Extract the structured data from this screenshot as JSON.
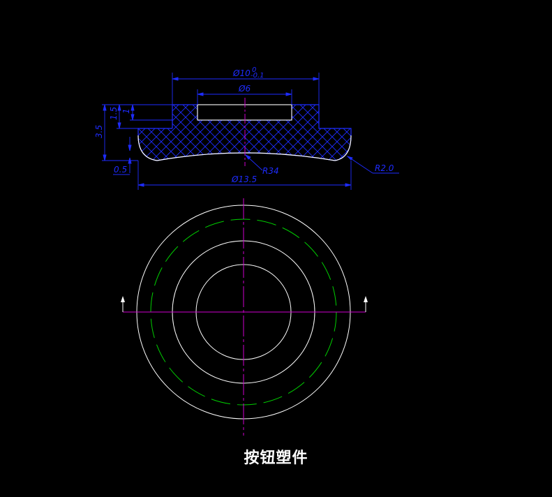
{
  "title": "按钮塑件",
  "dimensions": {
    "top_diameter": "Ø10",
    "top_tolerance_upper": "0",
    "top_tolerance_lower": "-0.1",
    "recess_diameter": "Ø6",
    "overall_diameter": "Ø13.5",
    "height_total": "3.5",
    "height_boss": "1.5",
    "height_recess": "1",
    "edge_thickness": "0.5",
    "bottom_radius": "R34",
    "corner_radius": "R2.0"
  },
  "colors": {
    "background": "#000000",
    "outline": "#ffffff",
    "dimension": "#1e2cff",
    "centerline": "#d000d0",
    "hidden": "#00d000"
  }
}
